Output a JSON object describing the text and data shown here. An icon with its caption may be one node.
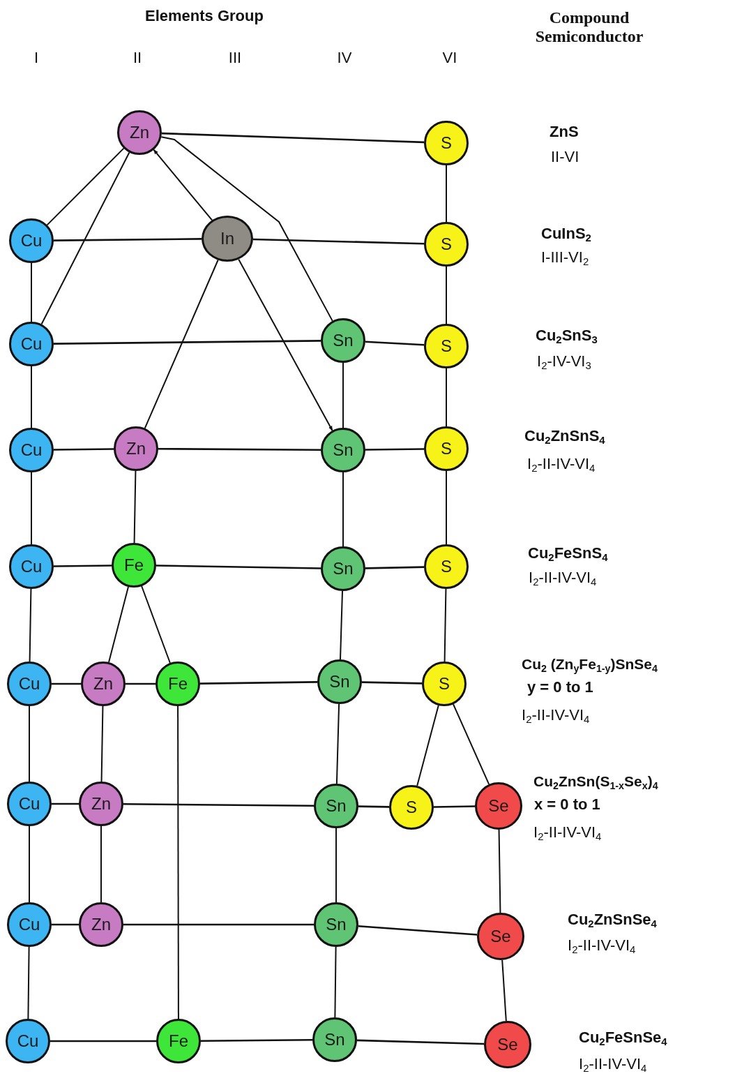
{
  "diagram": {
    "nodes": [
      {
        "text": [
          "Zn"
        ]
      },
      {
        "text": [
          "S"
        ]
      },
      {
        "text": [
          "Cu"
        ]
      },
      {
        "text": [
          "In"
        ]
      },
      {
        "text": [
          "S"
        ]
      },
      {
        "text": [
          "Cu"
        ]
      },
      {
        "text": [
          "Sn"
        ]
      },
      {
        "text": [
          "S"
        ]
      },
      {
        "text": [
          "Cu"
        ]
      },
      {
        "text": [
          "Zn"
        ]
      },
      {
        "text": [
          "Sn"
        ]
      },
      {
        "text": [
          "S"
        ]
      },
      {
        "text": [
          "Cu"
        ]
      },
      {
        "text": [
          "Fe"
        ]
      },
      {
        "text": [
          "Sn"
        ]
      },
      {
        "text": [
          "S"
        ]
      },
      {
        "text": [
          "Cu"
        ]
      },
      {
        "text": [
          "Zn"
        ]
      },
      {
        "text": [
          "Fe"
        ]
      },
      {
        "text": [
          "Sn"
        ]
      },
      {
        "text": [
          "S"
        ]
      },
      {
        "text": [
          "Cu"
        ]
      },
      {
        "text": [
          "Zn"
        ]
      },
      {
        "text": [
          "Sn"
        ]
      },
      {
        "text": [
          "S"
        ]
      },
      {
        "text": [
          "Se"
        ]
      },
      {
        "text": [
          "Cu"
        ]
      },
      {
        "text": [
          "Zn"
        ]
      },
      {
        "text": [
          "Sn"
        ]
      },
      {
        "text": [
          "Se"
        ]
      },
      {
        "text": [
          "Cu"
        ]
      },
      {
        "text": [
          "Fe"
        ]
      },
      {
        "text": [
          "Sn"
        ]
      },
      {
        "text": [
          "Se"
        ]
      }
    ],
    "edges": [
      {
        "from": 0,
        "to": 1,
        "arrow": "none"
      },
      {
        "from": 1,
        "to": 4,
        "arrow": "none"
      },
      {
        "from": 0,
        "to": 2,
        "arrow": "none"
      },
      {
        "from": 0,
        "to": 5,
        "arrow": "none"
      },
      {
        "from": 3,
        "to": 0,
        "arrow": "to"
      },
      {
        "from": 0,
        "to": 6,
        "arrow": "none"
      },
      {
        "from": 2,
        "to": 3,
        "arrow": "none"
      },
      {
        "from": 3,
        "to": 4,
        "arrow": "none"
      },
      {
        "from": 2,
        "to": 5,
        "arrow": "none"
      },
      {
        "from": 4,
        "to": 7,
        "arrow": "none"
      },
      {
        "from": 5,
        "to": 6,
        "arrow": "none"
      },
      {
        "from": 6,
        "to": 7,
        "arrow": "none"
      },
      {
        "from": 5,
        "to": 8,
        "arrow": "none"
      },
      {
        "from": 6,
        "to": 10,
        "arrow": "none"
      },
      {
        "from": 7,
        "to": 11,
        "arrow": "none"
      },
      {
        "from": 3,
        "to": 9,
        "arrow": "none"
      },
      {
        "from": 3,
        "to": 10,
        "arrow": "to"
      },
      {
        "from": 8,
        "to": 9,
        "arrow": "none"
      },
      {
        "from": 9,
        "to": 10,
        "arrow": "none"
      },
      {
        "from": 10,
        "to": 11,
        "arrow": "none"
      },
      {
        "from": 8,
        "to": 12,
        "arrow": "none"
      },
      {
        "from": 9,
        "to": 13,
        "arrow": "none"
      },
      {
        "from": 10,
        "to": 14,
        "arrow": "none"
      },
      {
        "from": 11,
        "to": 15,
        "arrow": "none"
      },
      {
        "from": 12,
        "to": 13,
        "arrow": "none"
      },
      {
        "from": 13,
        "to": 14,
        "arrow": "none"
      },
      {
        "from": 14,
        "to": 15,
        "arrow": "none"
      },
      {
        "from": 12,
        "to": 16,
        "arrow": "none"
      },
      {
        "from": 13,
        "to": 17,
        "arrow": "none"
      },
      {
        "from": 13,
        "to": 18,
        "arrow": "none"
      },
      {
        "from": 14,
        "to": 19,
        "arrow": "none"
      },
      {
        "from": 15,
        "to": 20,
        "arrow": "none"
      },
      {
        "from": 16,
        "to": 17,
        "arrow": "none"
      },
      {
        "from": 17,
        "to": 18,
        "arrow": "none"
      },
      {
        "from": 18,
        "to": 19,
        "arrow": "none"
      },
      {
        "from": 19,
        "to": 20,
        "arrow": "none"
      },
      {
        "from": 16,
        "to": 21,
        "arrow": "none"
      },
      {
        "from": 17,
        "to": 22,
        "arrow": "none"
      },
      {
        "from": 18,
        "to": 31,
        "arrow": "none"
      },
      {
        "from": 19,
        "to": 23,
        "arrow": "none"
      },
      {
        "from": 20,
        "to": 24,
        "arrow": "none"
      },
      {
        "from": 20,
        "to": 25,
        "arrow": "none"
      },
      {
        "from": 21,
        "to": 22,
        "arrow": "none"
      },
      {
        "from": 22,
        "to": 23,
        "arrow": "none"
      },
      {
        "from": 23,
        "to": 24,
        "arrow": "none"
      },
      {
        "from": 24,
        "to": 25,
        "arrow": "none"
      },
      {
        "from": 21,
        "to": 26,
        "arrow": "none"
      },
      {
        "from": 22,
        "to": 27,
        "arrow": "none"
      },
      {
        "from": 23,
        "to": 28,
        "arrow": "none"
      },
      {
        "from": 25,
        "to": 29,
        "arrow": "none"
      },
      {
        "from": 26,
        "to": 27,
        "arrow": "none"
      },
      {
        "from": 27,
        "to": 28,
        "arrow": "none"
      },
      {
        "from": 28,
        "to": 29,
        "arrow": "none"
      },
      {
        "from": 26,
        "to": 30,
        "arrow": "none"
      },
      {
        "from": 28,
        "to": 32,
        "arrow": "none"
      },
      {
        "from": 29,
        "to": 33,
        "arrow": "none"
      },
      {
        "from": 30,
        "to": 31,
        "arrow": "none"
      },
      {
        "from": 31,
        "to": 32,
        "arrow": "none"
      },
      {
        "from": 32,
        "to": 33,
        "arrow": "none"
      }
    ],
    "labels": [
      "Elements Group",
      "Compound Semiconductor",
      "I",
      "II",
      "III",
      "IV",
      "VI",
      "ZnS",
      "II-VI",
      "CuInS$_{2}$",
      "I-III-VI$_{2}$",
      "Cu$_{2}$SnS$_{3}$",
      "I$_{2}$-IV-VI$_{3}$",
      "Cu$_{2}$ZnSnS$_{4}$",
      "I$_{2}$-II-IV-VI$_{4}$",
      "Cu$_{2}$FeSnS$_{4}$",
      "I$_{2}$-II-IV-VI$_{4}$",
      "Cu$_{2}$ (Zn$_{y}$Fe$_{1-y}$)SnSe$_{4}$",
      "y = 0 to 1",
      "I$_{2}$-II-IV-VI$_{4}$",
      "Cu$_{2}$ZnSn(S$_{1-x}$Se$_{x}$)$_{4}$",
      "x = 0 to 1",
      "I$_{2}$-II-IV-VI$_{4}$",
      "Cu$_{2}$ZnSnSe$_{4}$",
      "I$_{2}$-II-IV-VI$_{4}$",
      "Cu$_{2}$FeSnSe$_{4}$",
      "I$_{2}$-II-IV-VI$_{4}$"
    ]
  }
}
